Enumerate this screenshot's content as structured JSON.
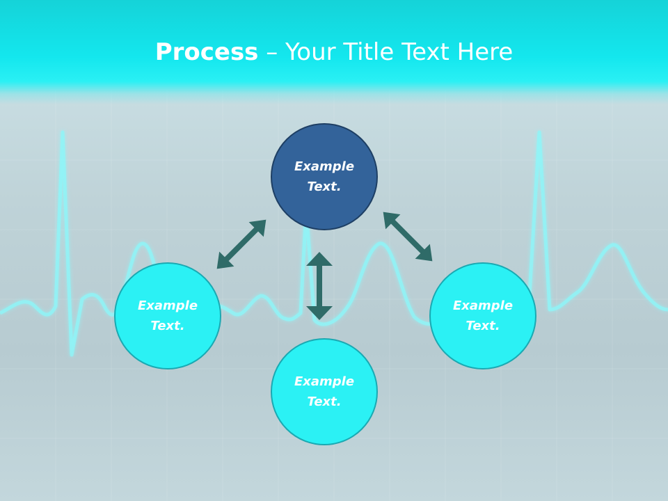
{
  "slide": {
    "title_strong": "Process",
    "title_light": "– Your Title Text Here"
  },
  "nodes": {
    "top": {
      "line1": "Example",
      "line2": "Text."
    },
    "left": {
      "line1": "Example",
      "line2": "Text."
    },
    "bottom": {
      "line1": "Example",
      "line2": "Text."
    },
    "right": {
      "line1": "Example",
      "line2": "Text."
    }
  },
  "colors": {
    "header": "#14e7ee",
    "node_top": "#33639a",
    "node_cyan": "#2bf1f4",
    "arrow": "#2f6b68",
    "ecg_line": "#7ff3f7"
  }
}
